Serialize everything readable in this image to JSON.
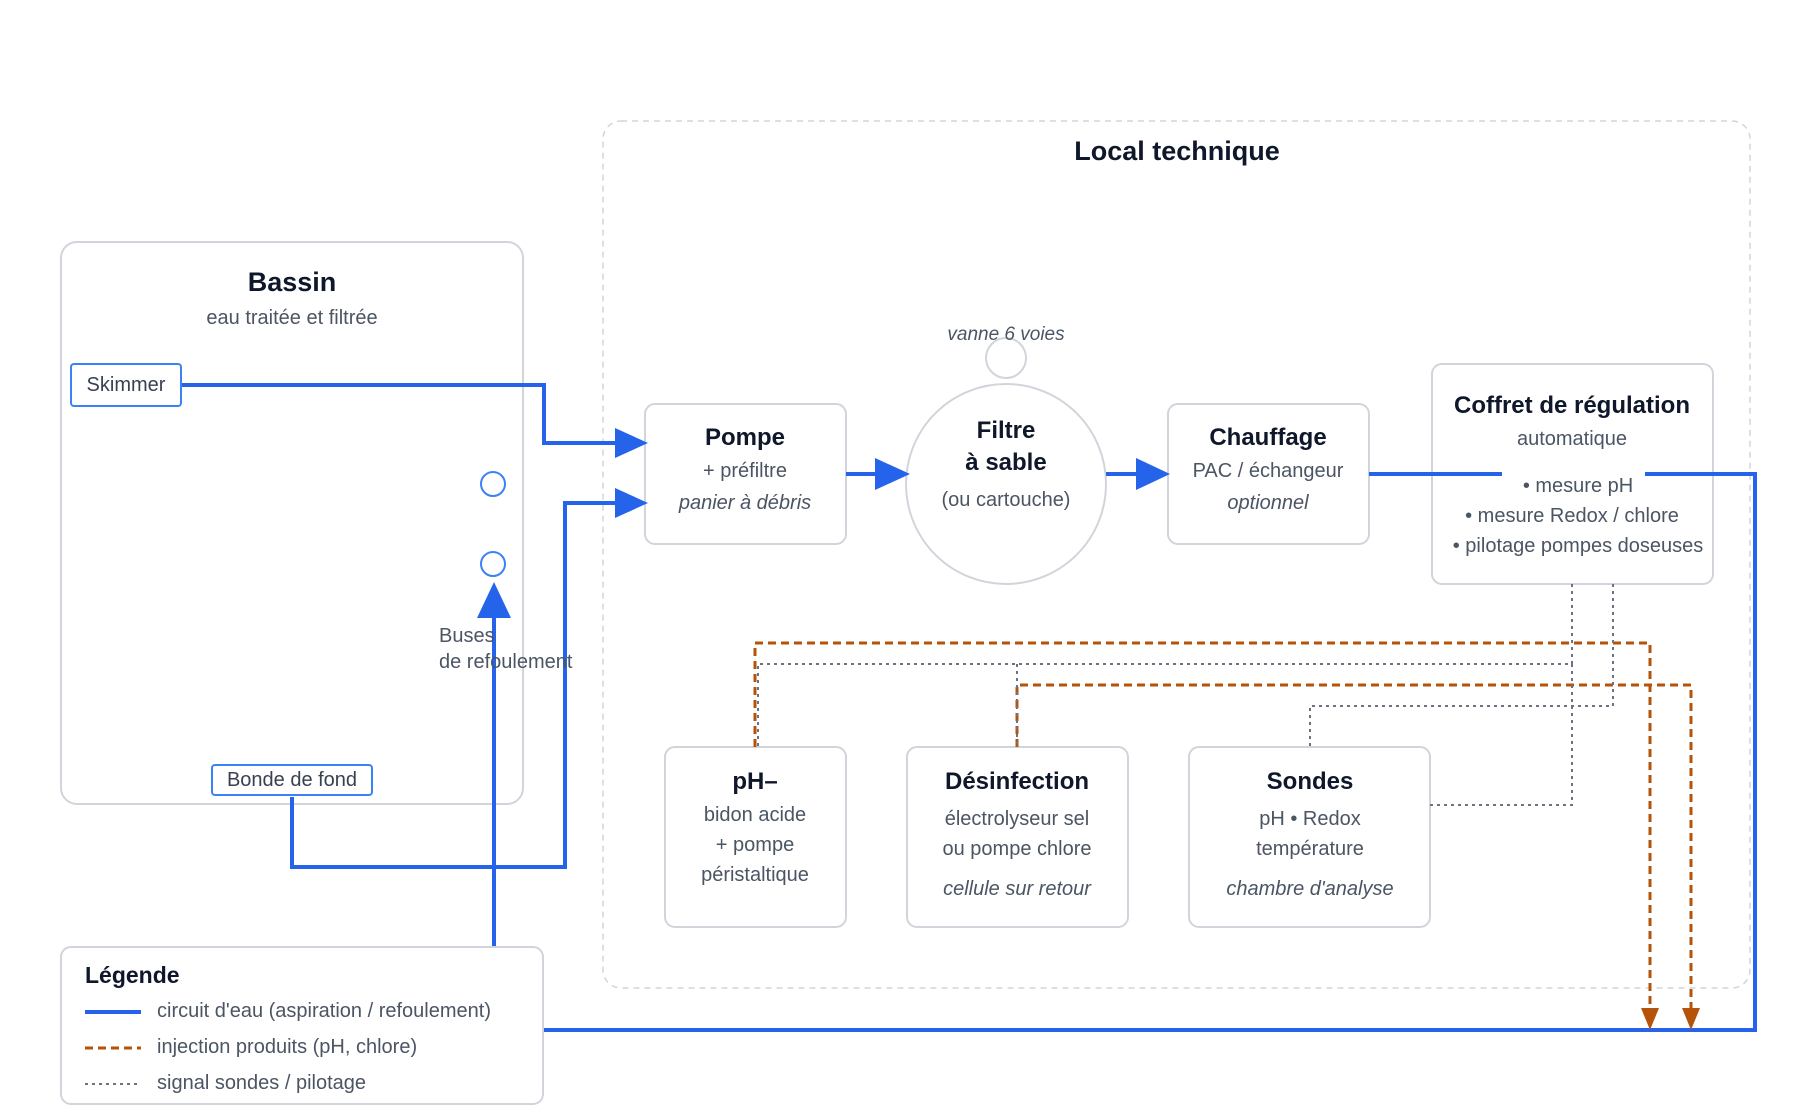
{
  "local_technique": {
    "title": "Local technique"
  },
  "bassin": {
    "title": "Bassin",
    "subtitle": "eau traitée et filtrée",
    "skimmer": "Skimmer",
    "bonde": "Bonde de fond",
    "buses_line1": "Buses",
    "buses_line2": "de refoulement"
  },
  "pompe": {
    "title": "Pompe",
    "line1": "+ préfiltre",
    "line2": "panier à débris"
  },
  "filtre": {
    "top_label": "vanne 6 voies",
    "title1": "Filtre",
    "title2": "à sable",
    "sub": "(ou cartouche)"
  },
  "chauffage": {
    "title": "Chauffage",
    "line1": "PAC / échangeur",
    "line2": "optionnel"
  },
  "coffret": {
    "title": "Coffret de régulation",
    "sub": "automatique",
    "items": [
      "• mesure pH",
      "• mesure Redox / chlore",
      "• pilotage pompes doseuses"
    ]
  },
  "ph": {
    "title": "pH–",
    "line1": "bidon acide",
    "line2": "+ pompe",
    "line3": "péristaltique"
  },
  "desinfection": {
    "title": "Désinfection",
    "line1": "électrolyseur sel",
    "line2": "ou pompe chlore",
    "line3": "cellule sur retour"
  },
  "sondes": {
    "title": "Sondes",
    "line1": "pH • Redox",
    "line2": "température",
    "line3": "chambre d'analyse"
  },
  "legend": {
    "title": "Légende",
    "water": "circuit d'eau (aspiration / refoulement)",
    "injection": "injection produits (pH, chlore)",
    "signal": "signal sondes / pilotage"
  },
  "colors": {
    "water": "#2563eb",
    "injection": "#b45309",
    "signal": "#6b7280"
  }
}
